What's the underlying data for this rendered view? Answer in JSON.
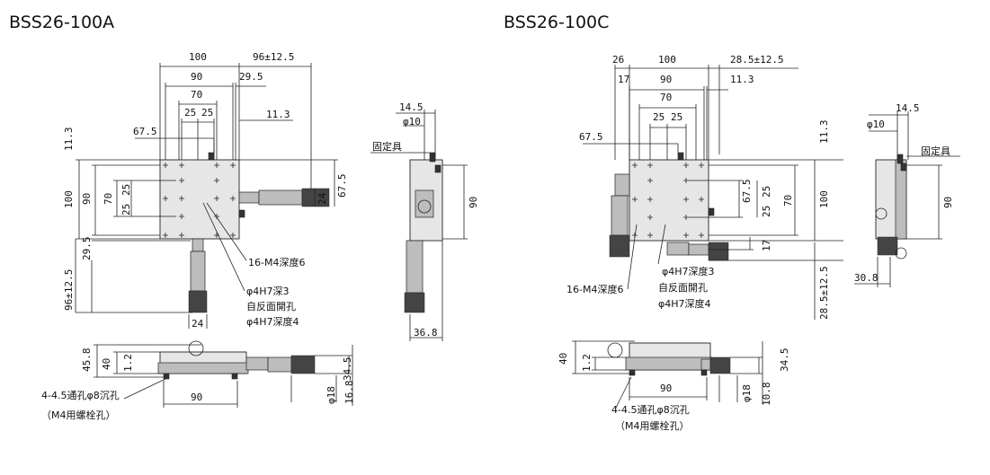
{
  "titles": {
    "left": "BSS26-100A",
    "right": "BSS26-100C"
  },
  "left": {
    "top_dims": [
      "100",
      "96±12.5",
      "90",
      "29.5",
      "70",
      "25",
      "25",
      "11.3",
      "67.5"
    ],
    "side_dims": [
      "11.3",
      "100",
      "90",
      "70",
      "25",
      "25",
      "67.5",
      "24",
      "29.5",
      "96±12.5",
      "24"
    ],
    "notes": [
      "16-M4深度6",
      "φ4H7深3",
      "自反面開孔",
      "φ4H7深度4"
    ],
    "side_view": [
      "14.5",
      "φ10",
      "固定具",
      "90",
      "36.8"
    ],
    "bottom_view": [
      "45.8",
      "40",
      "1.2",
      "34.5",
      "90",
      "φ18",
      "16.8"
    ],
    "hole_note": [
      "4-4.5通孔φ8沉孔",
      "（M4用螺栓孔）"
    ]
  },
  "right": {
    "top_dims": [
      "26",
      "100",
      "28.5±12.5",
      "17",
      "90",
      "11.3",
      "70",
      "25",
      "25",
      "67.5"
    ],
    "side_dims": [
      "11.3",
      "100",
      "70",
      "25",
      "25",
      "67.5",
      "17",
      "28.5±12.5"
    ],
    "notes": [
      "φ4H7深度3",
      "16-M4深度6",
      "自反面開孔",
      "φ4H7深度4"
    ],
    "side_view": [
      "14.5",
      "φ10",
      "固定具",
      "90",
      "30.8"
    ],
    "bottom_view": [
      "40",
      "1.2",
      "34.5",
      "90",
      "φ18",
      "10.8"
    ],
    "hole_note": [
      "4-4.5通孔φ8沉孔",
      "（M4用螺栓孔）"
    ]
  }
}
